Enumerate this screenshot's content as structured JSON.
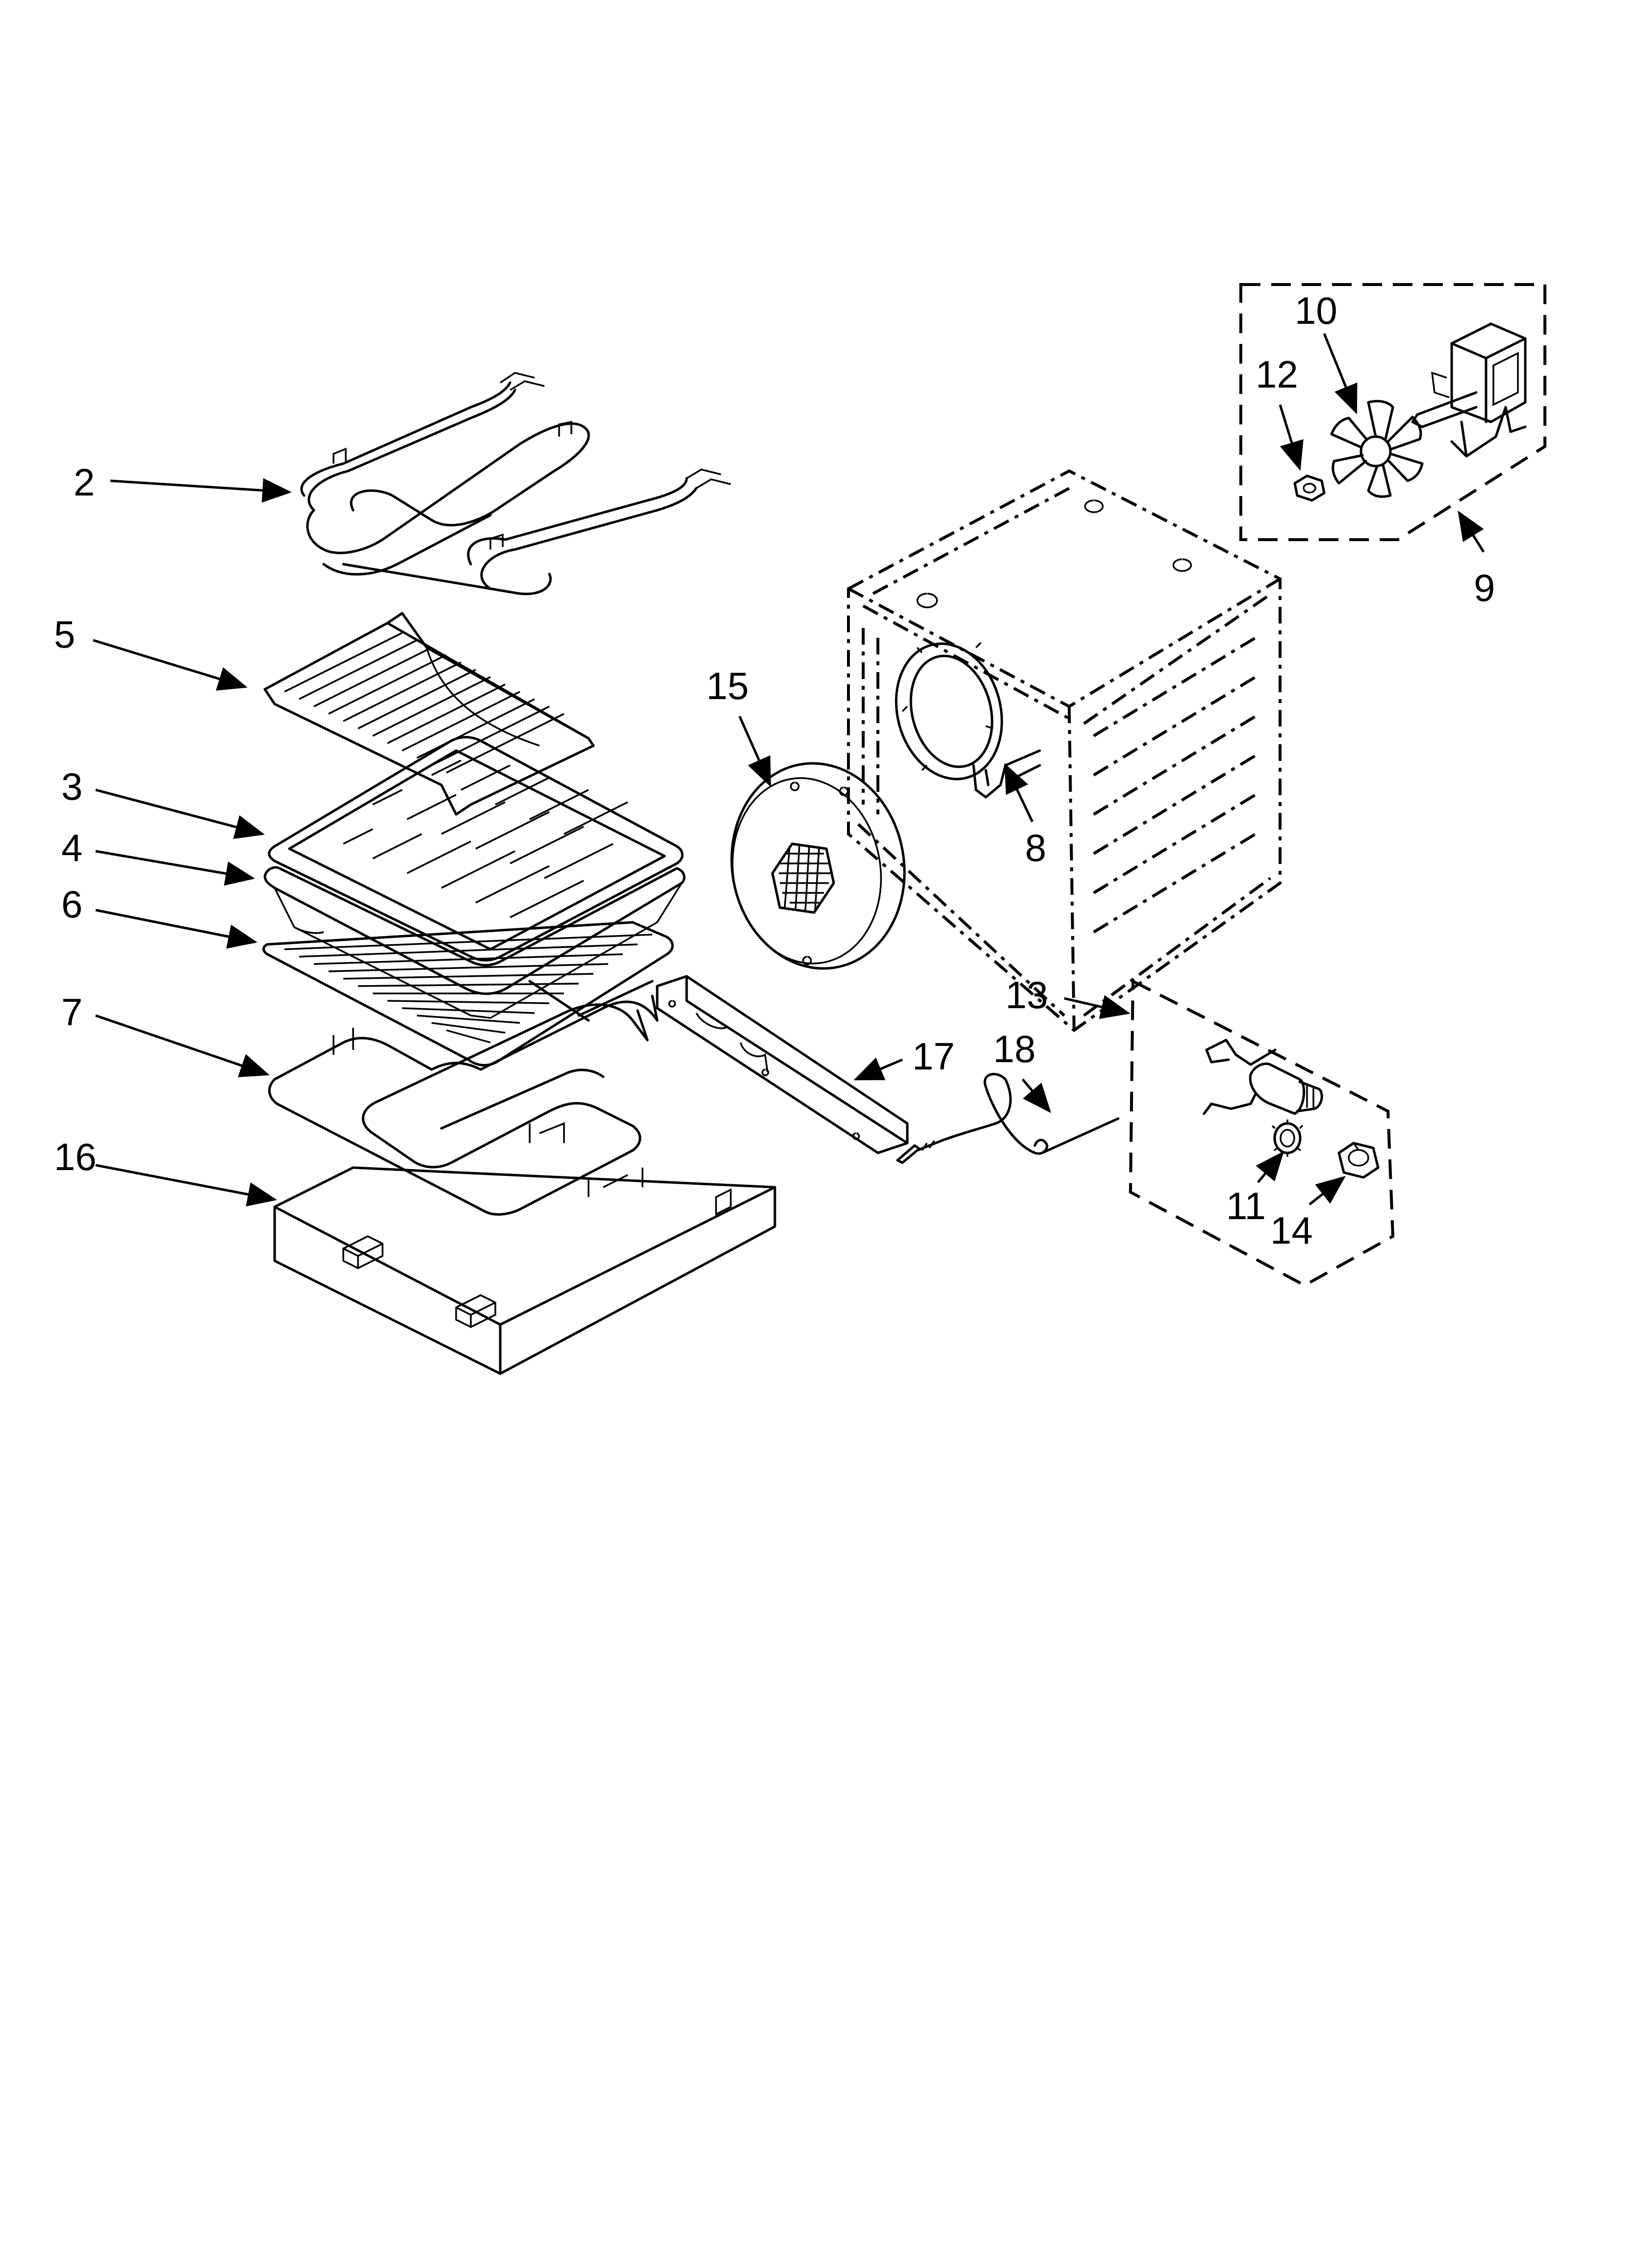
{
  "diagram": {
    "labels": {
      "p2": "2",
      "p3": "3",
      "p4": "4",
      "p5": "5",
      "p6": "6",
      "p7": "7",
      "p8": "8",
      "p9": "9",
      "p10": "10",
      "p11": "11",
      "p12": "12",
      "p13": "13",
      "p14": "14",
      "p15": "15",
      "p16": "16",
      "p17": "17",
      "p18": "18"
    }
  }
}
